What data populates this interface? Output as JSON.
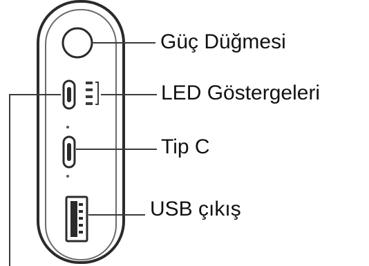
{
  "labels": {
    "power_button": "Güç Düğmesi",
    "led_indicators": "LED Göstergeleri",
    "type_c": "Tip C",
    "usb_output": "USB çıkış"
  },
  "colors": {
    "device_stroke": "#2b2b2b",
    "device_inner": "#6a6a6a",
    "leader_line": "#3a3a3a",
    "text": "#111111"
  }
}
